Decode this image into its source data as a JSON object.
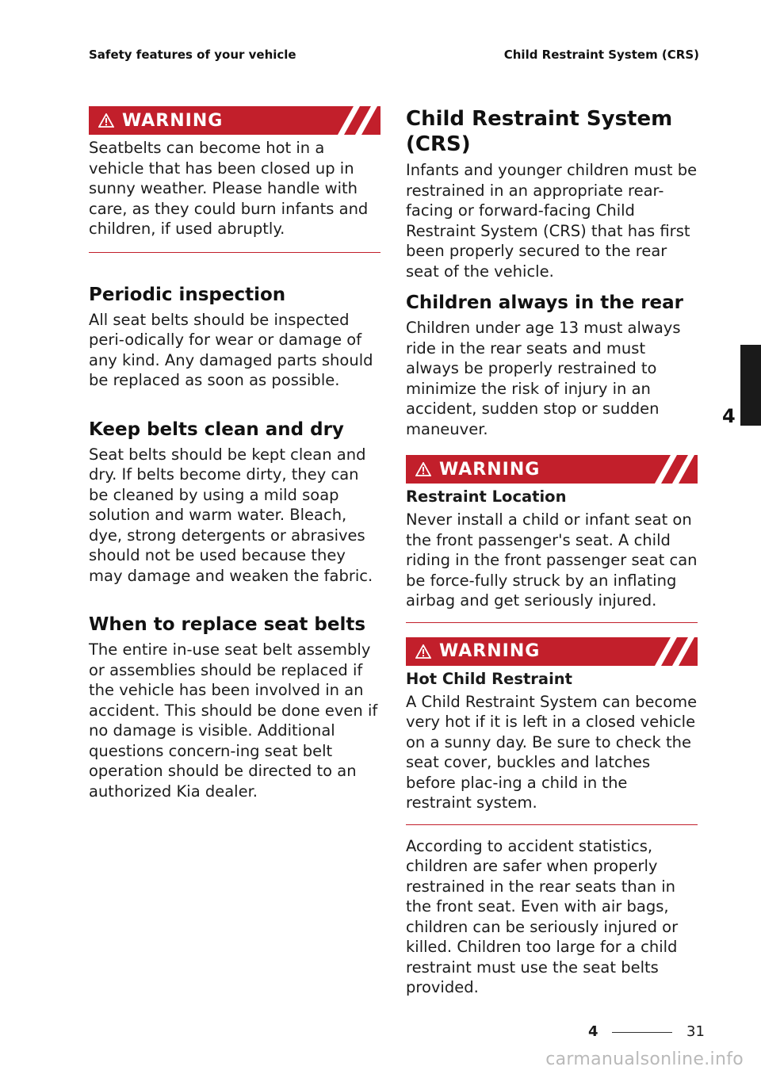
{
  "header": {
    "left": "Safety features of your vehicle",
    "right": "Child Restraint System (CRS)"
  },
  "left_column": {
    "warning_1": {
      "label": "WARNING",
      "text": "Seatbelts can become hot in a vehicle that has been closed up in sunny weather. Please handle with care, as they could burn infants and children, if used abruptly."
    },
    "periodic_inspection": {
      "title": "Periodic inspection",
      "text": "All seat belts should be inspected peri-odically for wear or damage of any kind. Any damaged parts should be replaced as soon as possible."
    },
    "keep_clean": {
      "title": "Keep belts clean and dry",
      "text": "Seat belts should be kept clean and dry. If belts become dirty, they can be cleaned by using a mild soap solution and warm water. Bleach, dye, strong detergents or abrasives should not be used because they may damage and weaken the fabric."
    },
    "replace": {
      "title": "When to replace seat belts",
      "text": "The entire in-use seat belt assembly or assemblies should be replaced if the vehicle has been involved in an accident. This should be done even if no damage is visible. Additional questions concern-ing seat belt operation should be directed to an authorized Kia dealer."
    }
  },
  "right_column": {
    "main_title": "Child Restraint System (CRS)",
    "intro": "Infants and younger children must be restrained in an appropriate rear-facing or forward-facing Child Restraint System (CRS) that has first been properly secured to the rear seat of the vehicle.",
    "children_rear": {
      "title": "Children always in the rear",
      "text": "Children under age 13 must always ride in the rear seats and must always be properly restrained to minimize the risk of injury in an accident, sudden stop or sudden maneuver."
    },
    "warning_2": {
      "label": "WARNING",
      "subtitle": "Restraint Location",
      "text": "Never install a child or infant seat on the front passenger's seat. A child riding in the front passenger seat can be force-fully struck by an inflating airbag and get seriously injured."
    },
    "warning_3": {
      "label": "WARNING",
      "subtitle": "Hot Child Restraint",
      "text": "A Child Restraint System can become very hot if it is left in a closed vehicle on a sunny day. Be sure to check the seat cover, buckles and latches before plac-ing a child in the restraint system."
    },
    "statistics": "According to accident statistics, children are safer when properly restrained in the rear seats than in the front seat. Even with air bags, children can be seriously injured or killed. Children too large for a child restraint must use the seat belts provided."
  },
  "tab": {
    "chapter": "4"
  },
  "footer": {
    "chapter": "4",
    "page": "31"
  },
  "watermark": "carmanualsonline.info",
  "colors": {
    "accent_red": "#c21f2b",
    "tab_black": "#1a1a1a"
  },
  "icons": {
    "warning": "warning-triangle-icon",
    "stripes": "diagonal-stripes-icon"
  }
}
